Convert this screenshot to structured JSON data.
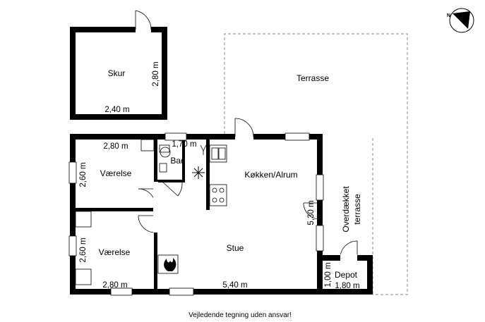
{
  "rooms": {
    "skur": "Skur",
    "terrasse": "Terrasse",
    "bad": "Bad",
    "vaerelse_top": "Værelse",
    "vaerelse_bottom": "Værelse",
    "koekken": "Køkken/Alrum",
    "stue": "Stue",
    "overdaekket_line1": "Overdækket",
    "overdaekket_line2": "terrasse",
    "depot": "Depot"
  },
  "dimensions": {
    "skur_width": "2,40 m",
    "skur_height": "2,80 m",
    "vaerelse_top_width": "2,80 m",
    "vaerelse_top_height": "2,60 m",
    "vaerelse_bottom_height": "2,60 m",
    "vaerelse_bottom_width": "2,80 m",
    "bad_width": "1,70 m",
    "stue_width": "5,40 m",
    "alrum_height": "5,30 m",
    "depot_height": "1,00 m",
    "depot_width": "1,80 m"
  },
  "compass": {
    "north": "N"
  },
  "footer": {
    "disclaimer": "Vejledende tegning uden ansvar!"
  }
}
